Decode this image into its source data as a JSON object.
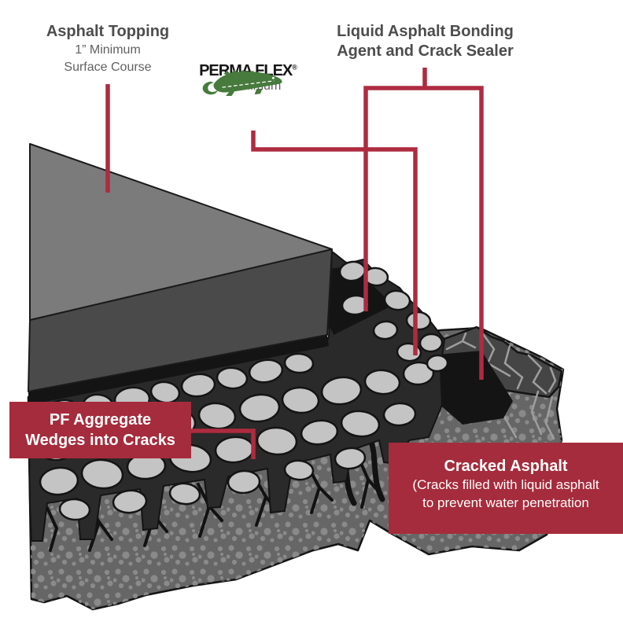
{
  "labels": {
    "asphalt_topping": {
      "title": "Asphalt Topping",
      "line1": "1” Minimum",
      "line2": "Surface Course"
    },
    "bonding_agent": {
      "line1": "Liquid Asphalt Bonding",
      "line2": "Agent and Crack Sealer"
    },
    "permaflex": {
      "brand": "PERMA FLEX",
      "registered_mark": "®",
      "note": "1” Minimum"
    },
    "pf_aggregate_badge": {
      "line1": "PF Aggregate",
      "line2": "Wedges into Cracks"
    },
    "cracked_asphalt_badge": {
      "title": "Cracked Asphalt",
      "line1": "(Cracks filled with liquid asphalt",
      "line2": "to prevent water penetration"
    }
  },
  "icons": {
    "permaflex_logo": "alligator-icon"
  },
  "colors": {
    "accent_badge_red": "#a52c3c",
    "connector_red": "#ae2b40",
    "label_text": "#4d4d4d",
    "sub_text": "#616161",
    "badge_text": "#ffffff",
    "logo_green": "#477a3d",
    "logo_black": "#161616",
    "topping_top": "#7b7b7b",
    "topping_front": "#4a4a4a",
    "asphalt_black": "#141414",
    "aggregate_matrix": "#2a2a2a",
    "stone_gray": "#c4c4c4",
    "stone_outline": "#141414",
    "cracked_top": "#454545",
    "crack_light": "#9e9e9e",
    "subbase_gray": "#666666",
    "pebble_gray": "#8c8c8c"
  }
}
